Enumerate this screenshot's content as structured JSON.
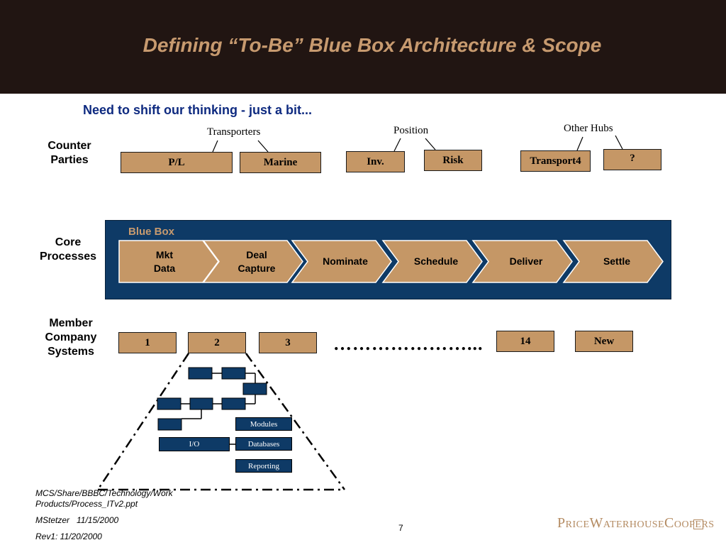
{
  "header": {
    "title": "Defining “To-Be” Blue Box Architecture & Scope"
  },
  "subtitle": "Need to shift our thinking - just a bit...",
  "rows": {
    "counter_parties": "Counter\nParties",
    "core_processes": "Core\nProcesses",
    "member_systems": "Member\nCompany\nSystems"
  },
  "counter_parties": {
    "groups": [
      {
        "label": "Transporters",
        "boxes": [
          "P/L",
          "Marine"
        ]
      },
      {
        "label": "Position",
        "boxes": [
          "Inv.",
          "Risk"
        ]
      },
      {
        "label": "Other Hubs",
        "boxes": [
          "Transport4",
          "?"
        ]
      }
    ]
  },
  "blue_box": {
    "label": "Blue Box",
    "processes": [
      "Mkt\nData",
      "Deal\nCapture",
      "Nominate",
      "Schedule",
      "Deliver",
      "Settle"
    ]
  },
  "member_systems": {
    "boxes": [
      "1",
      "2",
      "3",
      "14",
      "New"
    ],
    "ellipsis": "…………………..."
  },
  "detail": {
    "io_label": "I/O",
    "legend": [
      "Modules",
      "Databases",
      "Reporting"
    ]
  },
  "footer": {
    "path": "MCS/Share/BBBC/Technology/Work Products/Process_ITv2.ppt",
    "author": "MStetzer   11/15/2000",
    "revision": "Rev1: 11/20/2000",
    "page_number": "7",
    "logo": "PriceWaterhouseCoopers"
  },
  "colors": {
    "header_bg": "#211512",
    "title": "#c79a6f",
    "box_fill": "#c59766",
    "blue_box": "#0e3a66",
    "subtitle": "#0e2a80"
  }
}
